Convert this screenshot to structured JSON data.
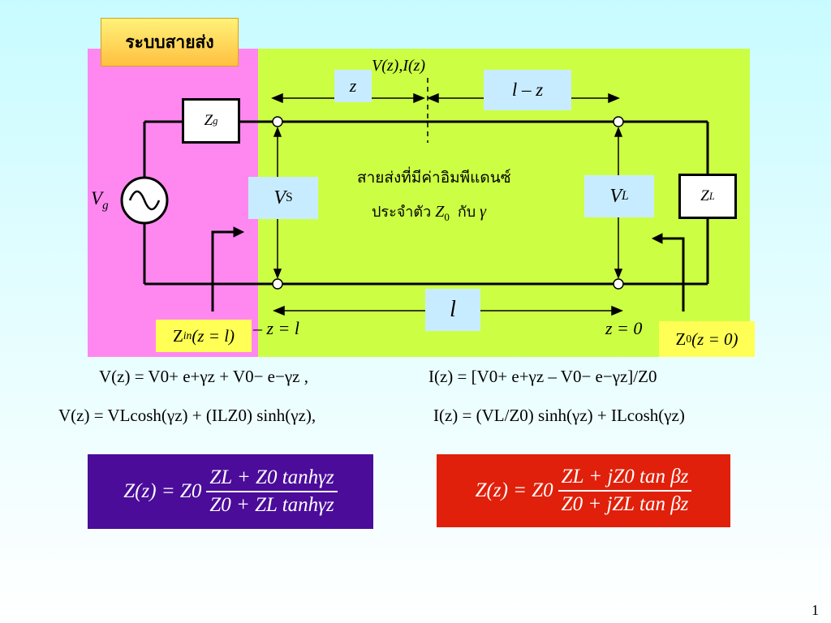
{
  "title": "ระบบสายส่ง",
  "labels": {
    "vz_iz": "V(z),I(z)",
    "z": "z",
    "l_minus_z": "l – z",
    "zg": "Z",
    "zg_sub": "g",
    "vg": "V",
    "vg_sub": "g",
    "vs": "V",
    "vs_sub": "S",
    "vl": "V",
    "vl_sub": "L",
    "zl": "Z",
    "zl_sub": "L",
    "line_desc_1": "สายส่งที่มีค่าอิมพีแดนซ์",
    "line_desc_2": "ประจำตัว",
    "line_desc_z0": "Z",
    "line_desc_z0_sub": "0",
    "line_desc_and": "กับ",
    "line_desc_gamma": "γ",
    "l": "l",
    "z_eq_l": "– z = l",
    "z_eq_0": "z = 0",
    "zin": "Z",
    "zin_sub": "in",
    "zin_arg": "(z = l)",
    "z0": "Z",
    "z0_sub": "0",
    "z0_arg": "(z = 0)"
  },
  "equations": {
    "eq1_left": "V(z) =  V0+ e+γz + V0− e−γz ,",
    "eq1_right": "I(z) = [V0+ e+γz – V0− e−γz]/Z0",
    "eq2_left": "V(z) = VLcosh(γz) + (ILZ0) sinh(γz),",
    "eq2_right": "I(z) = (VL/Z0) sinh(γz) + ILcosh(γz)"
  },
  "formulas": {
    "lossy": {
      "lhs": "Z(z) = Z0",
      "num": "ZL + Z0 tanhγz",
      "den": "Z0 + ZL tanhγz",
      "bg": "#4b0c9a"
    },
    "lossless": {
      "lhs": "Z(z) = Z0",
      "num": "ZL + jZ0 tan βz",
      "den": "Z0 + jZL tan βz",
      "bg": "#e0200a"
    }
  },
  "page_number": "1",
  "icons": {
    "source": "ac-source-icon"
  }
}
